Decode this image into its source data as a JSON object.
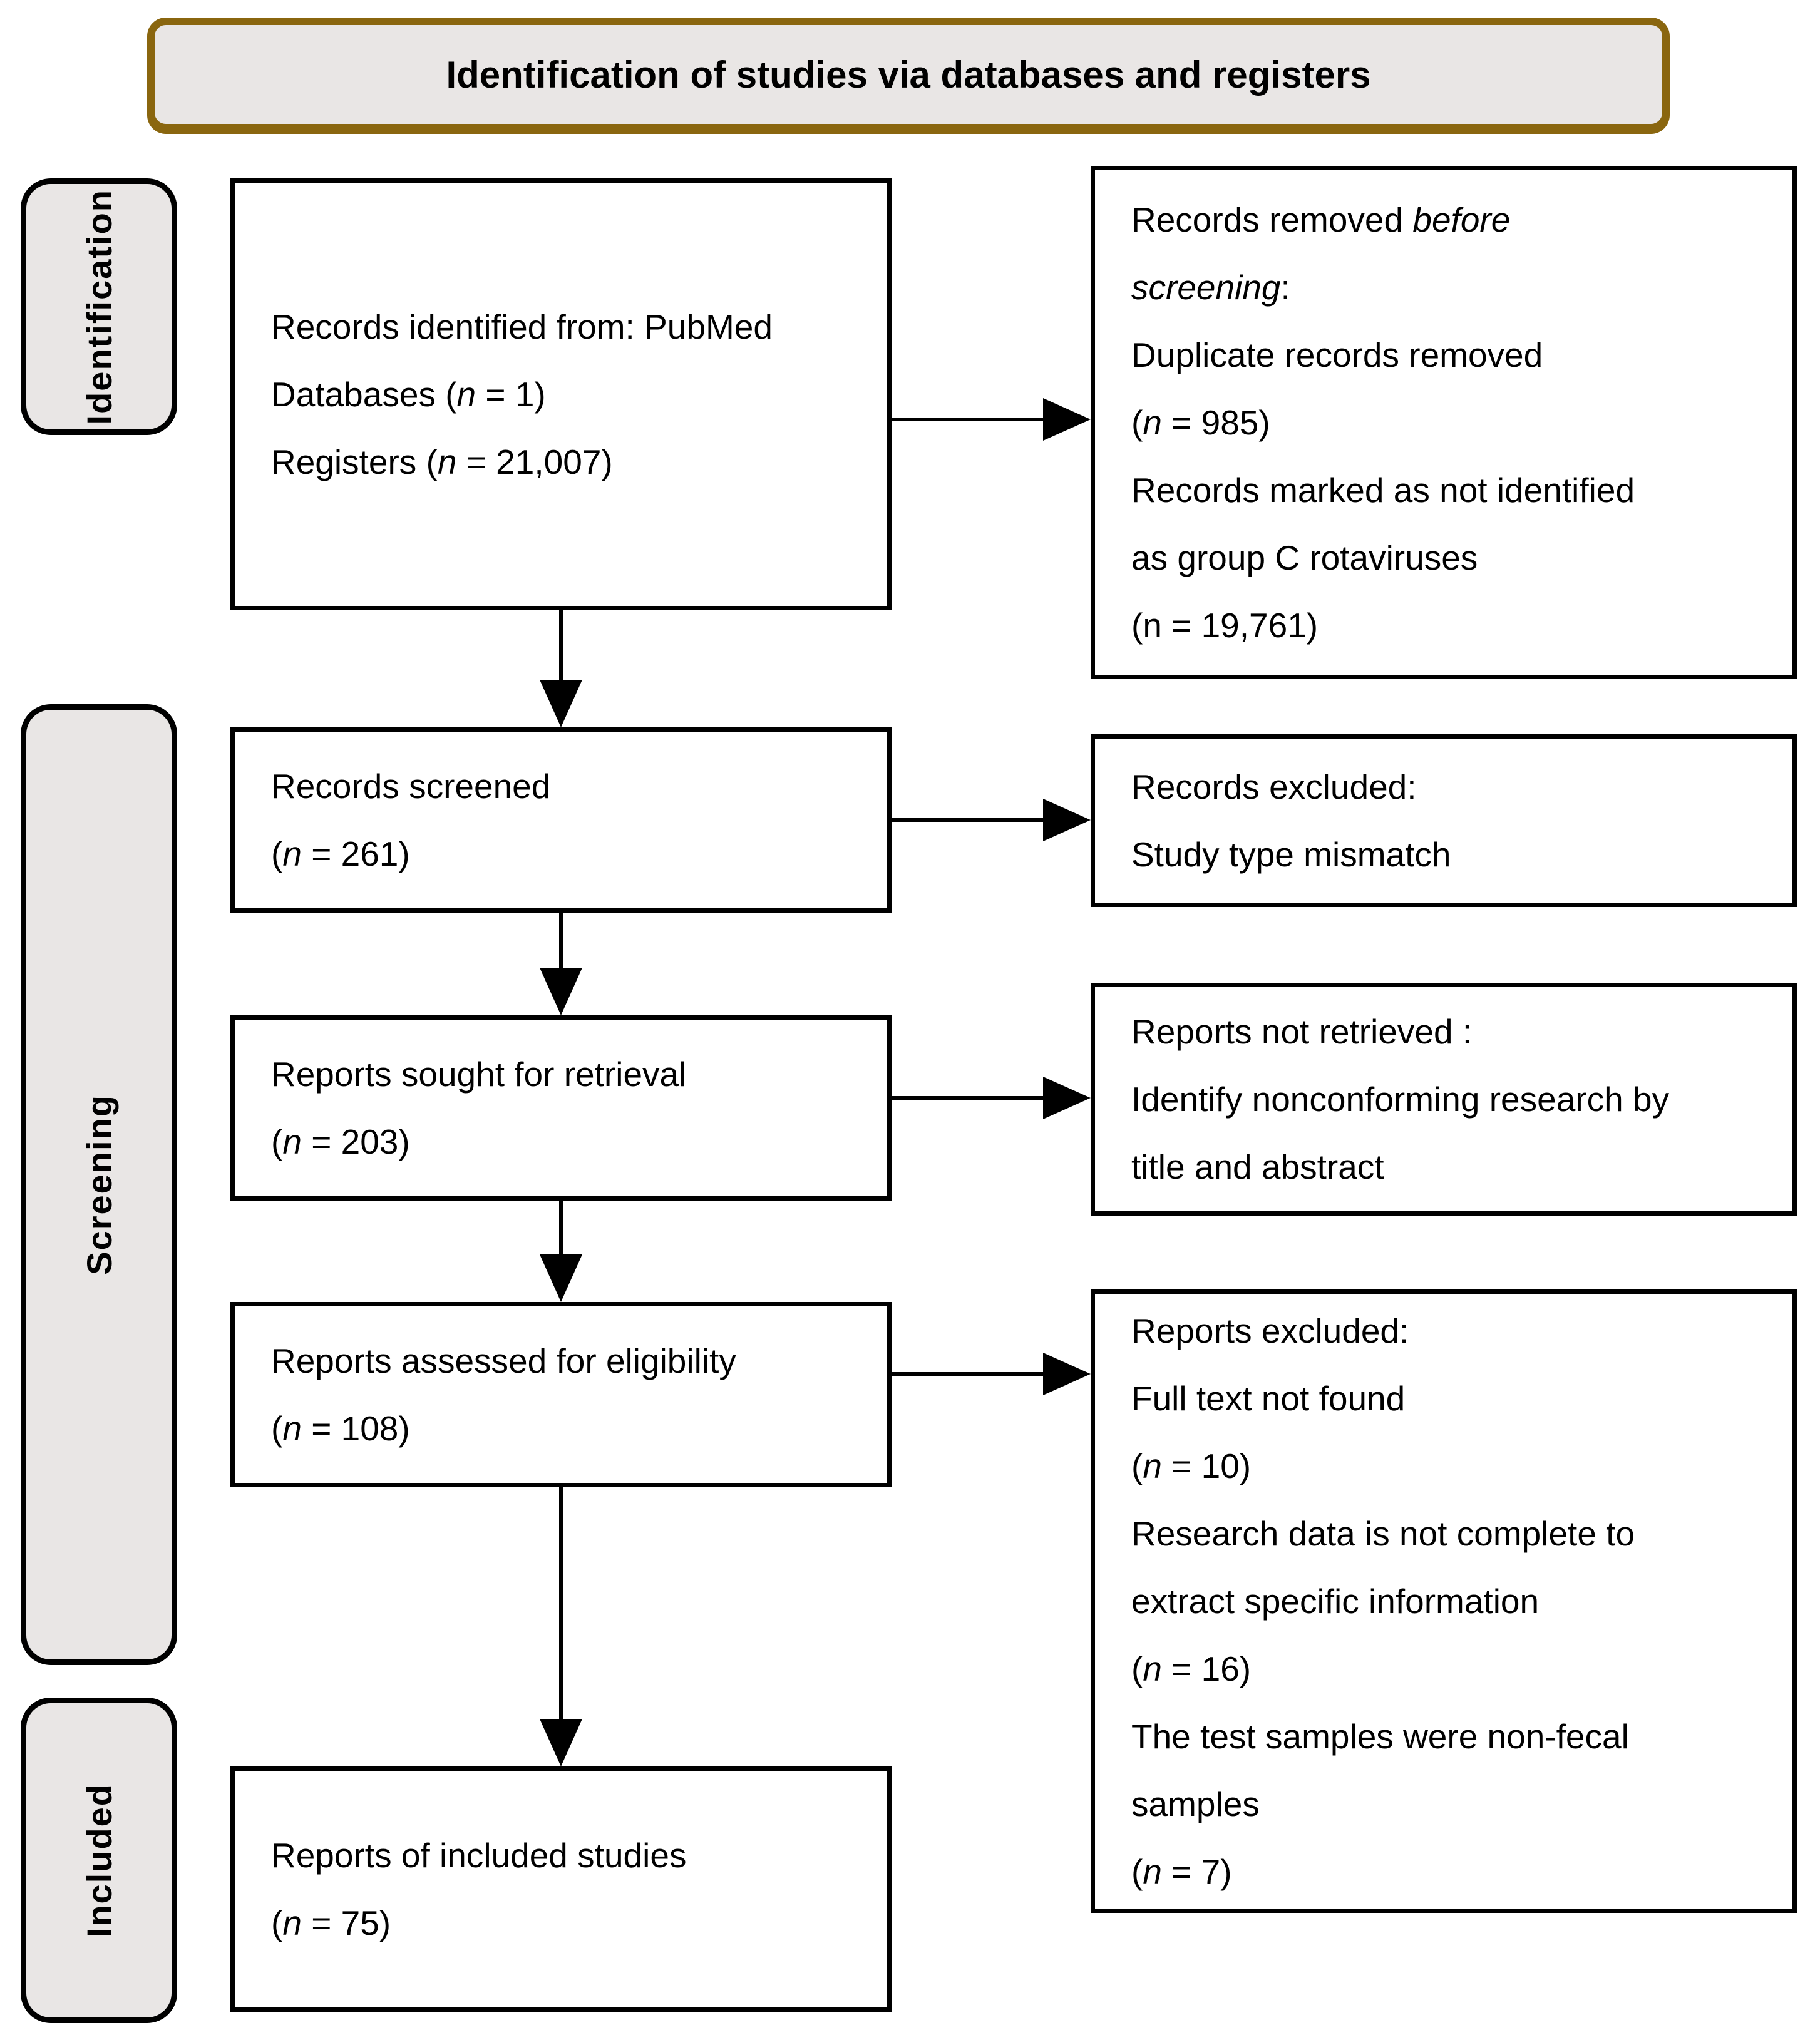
{
  "header": {
    "title": "Identification of studies via databases and registers"
  },
  "stages": [
    {
      "id": "identification",
      "label": "Identification"
    },
    {
      "id": "screening",
      "label": "Screening"
    },
    {
      "id": "included",
      "label": "Included"
    }
  ],
  "boxes": {
    "identified": {
      "lines": [
        [
          {
            "t": "Records identified from: PubMed"
          }
        ],
        [
          {
            "t": "Databases ("
          },
          {
            "t": "n",
            "i": true
          },
          {
            "t": " = 1)"
          }
        ],
        [
          {
            "t": "Registers ("
          },
          {
            "t": "n",
            "i": true
          },
          {
            "t": " = 21,007)"
          }
        ]
      ]
    },
    "removed": {
      "lines": [
        [
          {
            "t": "Records removed "
          },
          {
            "t": "before",
            "i": true
          }
        ],
        [
          {
            "t": "screening",
            "i": true
          },
          {
            "t": ":"
          }
        ],
        [
          {
            "t": "Duplicate records removed"
          }
        ],
        [
          {
            "t": "("
          },
          {
            "t": "n",
            "i": true
          },
          {
            "t": " = 985)"
          }
        ],
        [
          {
            "t": "Records marked as not identified"
          }
        ],
        [
          {
            "t": "as group C rotaviruses"
          }
        ],
        [
          {
            "t": "(n = 19,761)"
          }
        ]
      ]
    },
    "screened": {
      "lines": [
        [
          {
            "t": "Records screened"
          }
        ],
        [
          {
            "t": "("
          },
          {
            "t": "n",
            "i": true
          },
          {
            "t": " = 261)"
          }
        ]
      ]
    },
    "excluded_records": {
      "lines": [
        [
          {
            "t": "Records excluded:"
          }
        ],
        [
          {
            "t": "Study type mismatch"
          }
        ]
      ]
    },
    "sought": {
      "lines": [
        [
          {
            "t": "Reports sought for retrieval"
          }
        ],
        [
          {
            "t": "("
          },
          {
            "t": "n",
            "i": true
          },
          {
            "t": " = 203)"
          }
        ]
      ]
    },
    "not_retrieved": {
      "lines": [
        [
          {
            "t": "Reports not retrieved :"
          }
        ],
        [
          {
            "t": "Identify nonconforming research by"
          }
        ],
        [
          {
            "t": "title and abstract"
          }
        ]
      ]
    },
    "assessed": {
      "lines": [
        [
          {
            "t": "Reports assessed for eligibility"
          }
        ],
        [
          {
            "t": "("
          },
          {
            "t": "n",
            "i": true
          },
          {
            "t": " = 108)"
          }
        ]
      ]
    },
    "excluded_reports": {
      "lines": [
        [
          {
            "t": "Reports excluded:"
          }
        ],
        [
          {
            "t": "Full text not found"
          }
        ],
        [
          {
            "t": "("
          },
          {
            "t": "n",
            "i": true
          },
          {
            "t": " = 10)"
          }
        ],
        [
          {
            "t": "Research data is not complete to"
          }
        ],
        [
          {
            "t": "extract specific information"
          }
        ],
        [
          {
            "t": "("
          },
          {
            "t": "n",
            "i": true
          },
          {
            "t": " = 16)"
          }
        ],
        [
          {
            "t": "The test samples were non-fecal"
          }
        ],
        [
          {
            "t": "samples"
          }
        ],
        [
          {
            "t": "("
          },
          {
            "t": "n",
            "i": true
          },
          {
            "t": " = 7)"
          }
        ]
      ]
    },
    "included_reports": {
      "lines": [
        [
          {
            "t": "Reports of included studies"
          }
        ],
        [
          {
            "t": "("
          },
          {
            "t": "n",
            "i": true
          },
          {
            "t": " = 75)"
          }
        ]
      ]
    }
  },
  "colors": {
    "accent": "#8a660f",
    "panel": "#e9e6e5",
    "line": "#000000"
  }
}
